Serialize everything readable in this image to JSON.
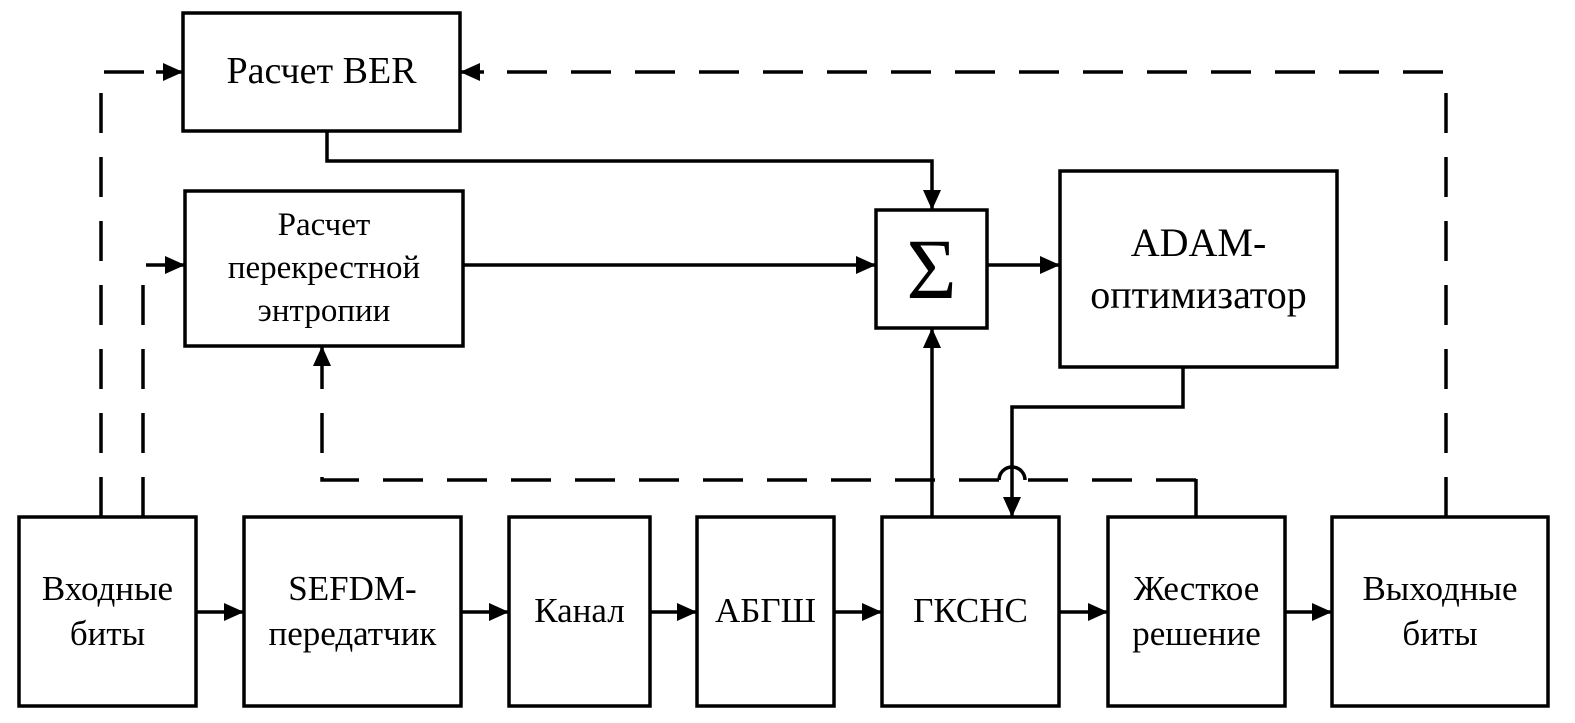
{
  "diagram": {
    "colors": {
      "line": "#000000",
      "background": "#ffffff"
    },
    "nodes": {
      "ber": {
        "label": "Расчет BER"
      },
      "cross_entropy": {
        "label": [
          "Расчет",
          "перекрестной",
          "энтропии"
        ]
      },
      "sum": {
        "label": "Σ"
      },
      "adam": {
        "label": [
          "ADAM-",
          "оптимизатор"
        ]
      },
      "input_bits": {
        "label": [
          "Входные",
          "биты"
        ]
      },
      "sefdm_tx": {
        "label": [
          "SEFDM-",
          "передатчик"
        ]
      },
      "channel": {
        "label": "Канал"
      },
      "awgn": {
        "label": "АБГШ"
      },
      "gksns": {
        "label": "ГКСНС"
      },
      "hard_decision": {
        "label": [
          "Жесткое",
          "решение"
        ]
      },
      "output_bits": {
        "label": [
          "Выходные",
          "биты"
        ]
      }
    }
  }
}
